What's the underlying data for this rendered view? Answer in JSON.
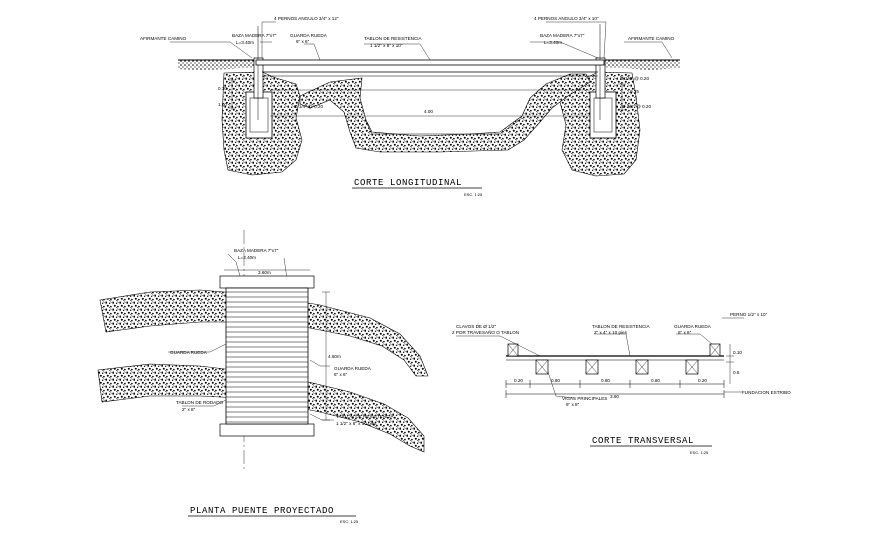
{
  "colors": {
    "ink": "#000000",
    "paper": "#ffffff"
  },
  "longitudinal": {
    "title": "CORTE LONGITUDINAL",
    "scale": "ESC. 1:25",
    "labels": {
      "bolts_left": "4 PERNOS ANGULO 3/4\" x 12\"",
      "bolts_right": "4 PERNOS ANGULO 3/4\" x 10\"",
      "baza_left": "BAZA MADERA 7\"x7\"",
      "baza_left_len": "L=3.40m",
      "baza_right": "BAZA MADERA 7\"x7\"",
      "baza_right_len": "L=3.40m",
      "guard": "GUARDA RUEDA",
      "guard_dim": "6\" x 6\"",
      "plank": "TABLON DE RESISTENCIA",
      "plank_dim": "1 1/2\" x 8\" x 10\"",
      "road_left": "AFIRMANTE CAMINO",
      "road_right": "AFIRMANTE CAMINO",
      "span": "4.00",
      "dim_left_a": "0.30",
      "dim_left_b": "1.00",
      "dim_left_c": "Ø 1/4\" @ 0.20",
      "dim_right_a": "Ø 1/4\" @ 0.20",
      "dim_right_b": "0.25",
      "dim_right_c": "Ø 3/4\" @ 0.20"
    }
  },
  "plan": {
    "title": "PLANTA PUENTE PROYECTADO",
    "scale": "ESC. 1:25",
    "labels": {
      "baza": "BAZA MADERA 7\"x7\"",
      "baza_len": "L=3.40m",
      "width": "3.60m",
      "guard_left": "GUARDA RUEDA",
      "guard_right": "GUARDA RUEDA",
      "guard_right_dim": "6\" x 6\"",
      "length": "4.60m",
      "tablon_left": "TABLON DE RODADO",
      "tablon_left_dim": "2\" x 8\"",
      "tablon_right": "TABLON DE RESISTENCIA",
      "tablon_right_dim": "1 1/2\" x 8\" x 10 pies"
    }
  },
  "transversal": {
    "title": "CORTE TRANSVERSAL",
    "scale": "ESC. 1:25",
    "labels": {
      "clavos": "CLAVOS DE Ø 1/2\"",
      "clavos_2": "2  POR TRAVESAÑO O TABLON",
      "plank": "TABLON DE RESISTENCIA",
      "plank_dim": "2\" x 4\" x 10 pies",
      "guard": "GUARDA RUEDA",
      "guard_dim": "6\" x 6\"",
      "bolt": "PERNO 1/2\" x 10\"",
      "dim_a": "0.10",
      "dim_b": "0.6",
      "vigas": "VIGAS PRINCIPALES",
      "vigas_dim": "6\" x 8\"",
      "fund": "FUNDACION ESTRIBO",
      "spacings": [
        "0.20",
        "0.80",
        "0.80",
        "0.80",
        "0.20"
      ],
      "total": "3.60"
    }
  }
}
